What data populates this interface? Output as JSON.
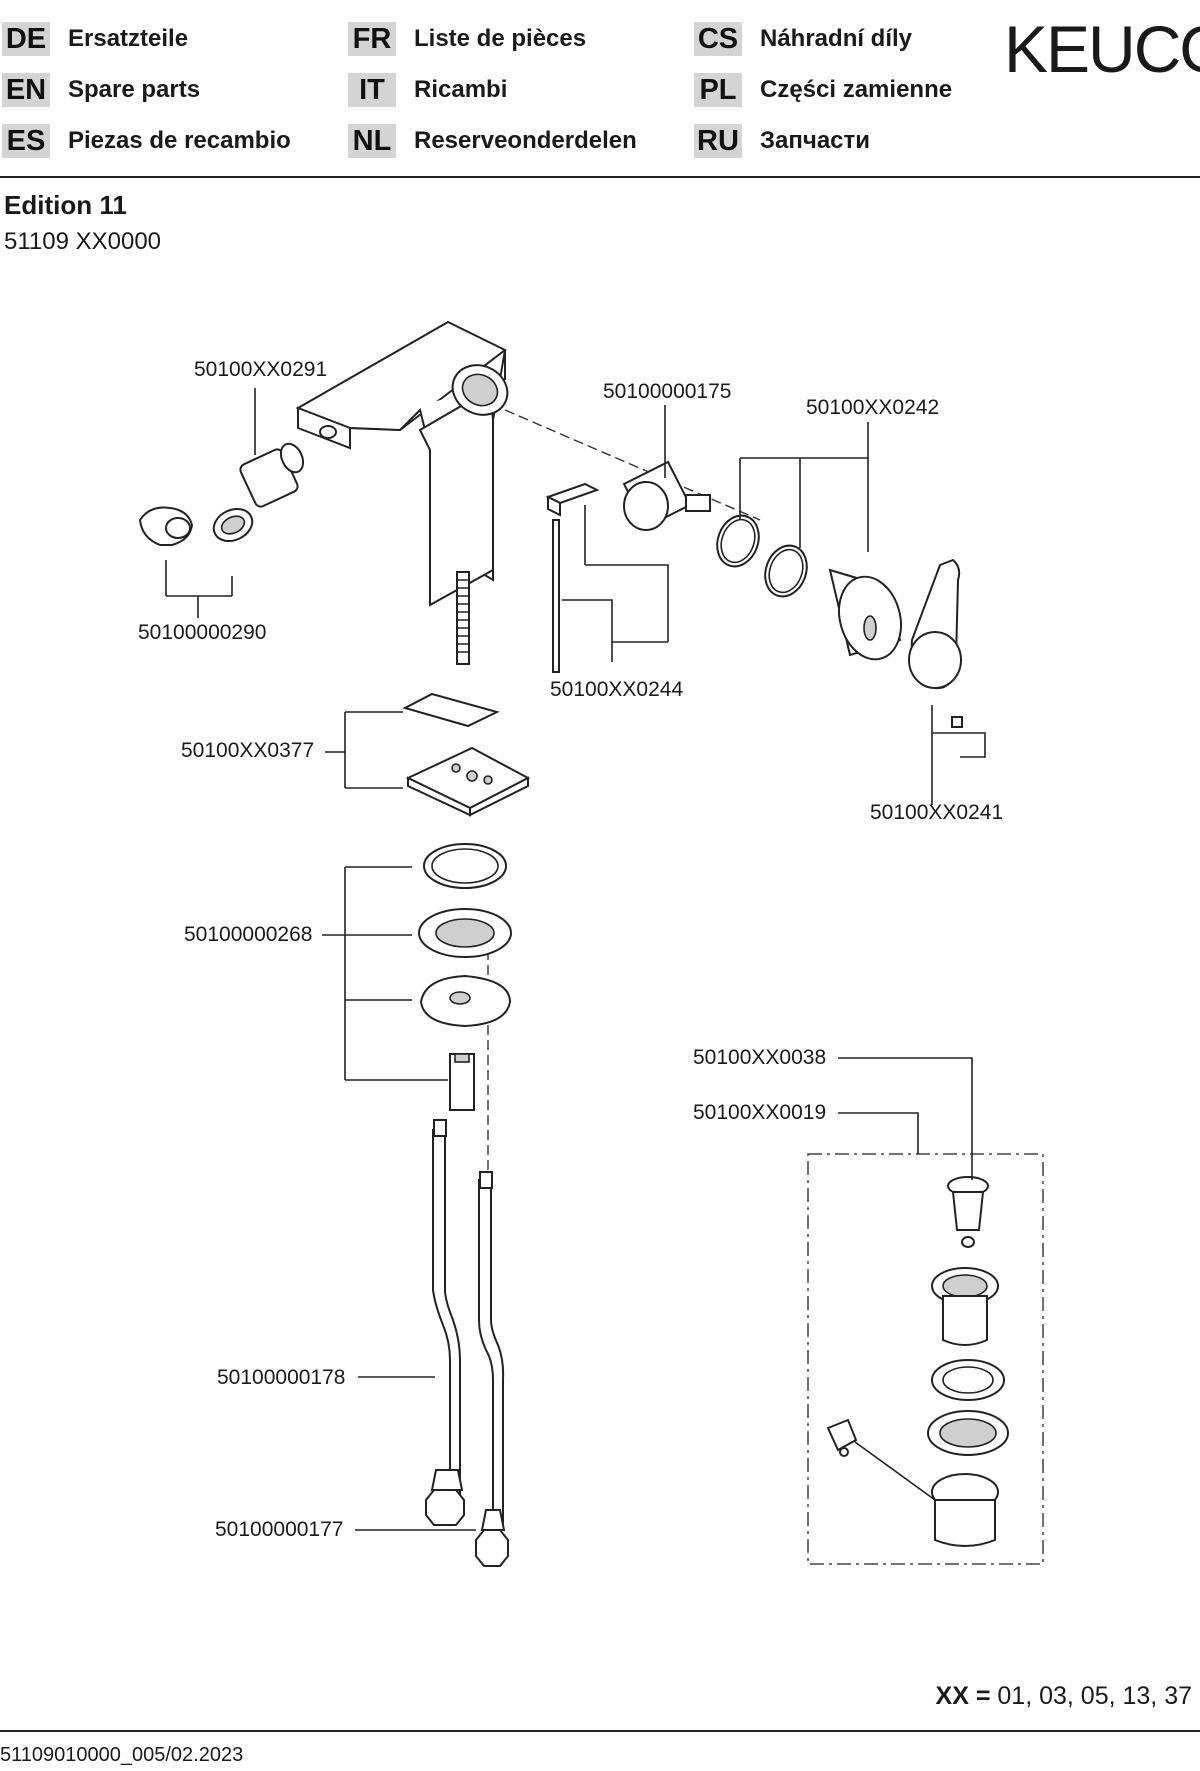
{
  "languages": [
    {
      "code": "DE",
      "name": "Ersatzteile"
    },
    {
      "code": "EN",
      "name": "Spare parts"
    },
    {
      "code": "ES",
      "name": "Piezas de recambio"
    },
    {
      "code": "FR",
      "name": "Liste de pièces"
    },
    {
      "code": "IT",
      "name": "Ricambi"
    },
    {
      "code": "NL",
      "name": "Reserveonderdelen"
    },
    {
      "code": "CS",
      "name": "Náhradní díly"
    },
    {
      "code": "PL",
      "name": "Części zamienne"
    },
    {
      "code": "RU",
      "name": "Запчасти"
    }
  ],
  "brand": "KEUCO",
  "product": {
    "title": "Edition 11",
    "number": "51109 XX0000"
  },
  "parts": [
    "50100XX0291",
    "50100000175",
    "50100XX0242",
    "50100000290",
    "50100XX0244",
    "50100XX0377",
    "50100XX0241",
    "50100000268",
    "50100XX0038",
    "50100XX0019",
    "50100000178",
    "50100000177"
  ],
  "xx_note": {
    "prefix": "XX =",
    "values": "01, 03, 05, 13, 37"
  },
  "document_id": "51109010000_005/02.2023"
}
